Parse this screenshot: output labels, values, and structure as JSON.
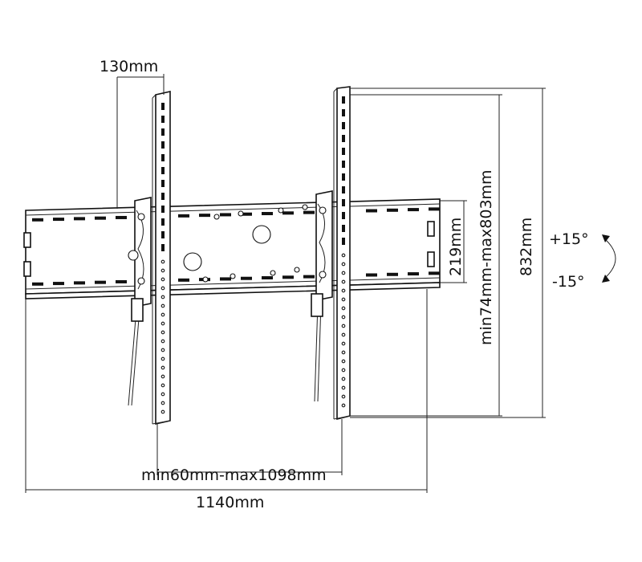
{
  "dimensions": {
    "arm_depth": "130mm",
    "rail_height": "219mm",
    "vertical_range": "min74mm-max803mm",
    "arm_height": "832mm",
    "horizontal_range": "min60mm-max1098mm",
    "total_width": "1140mm"
  },
  "tilt": {
    "up": "+15°",
    "down": "-15°"
  },
  "colors": {
    "line": "#111111",
    "background": "#ffffff"
  }
}
